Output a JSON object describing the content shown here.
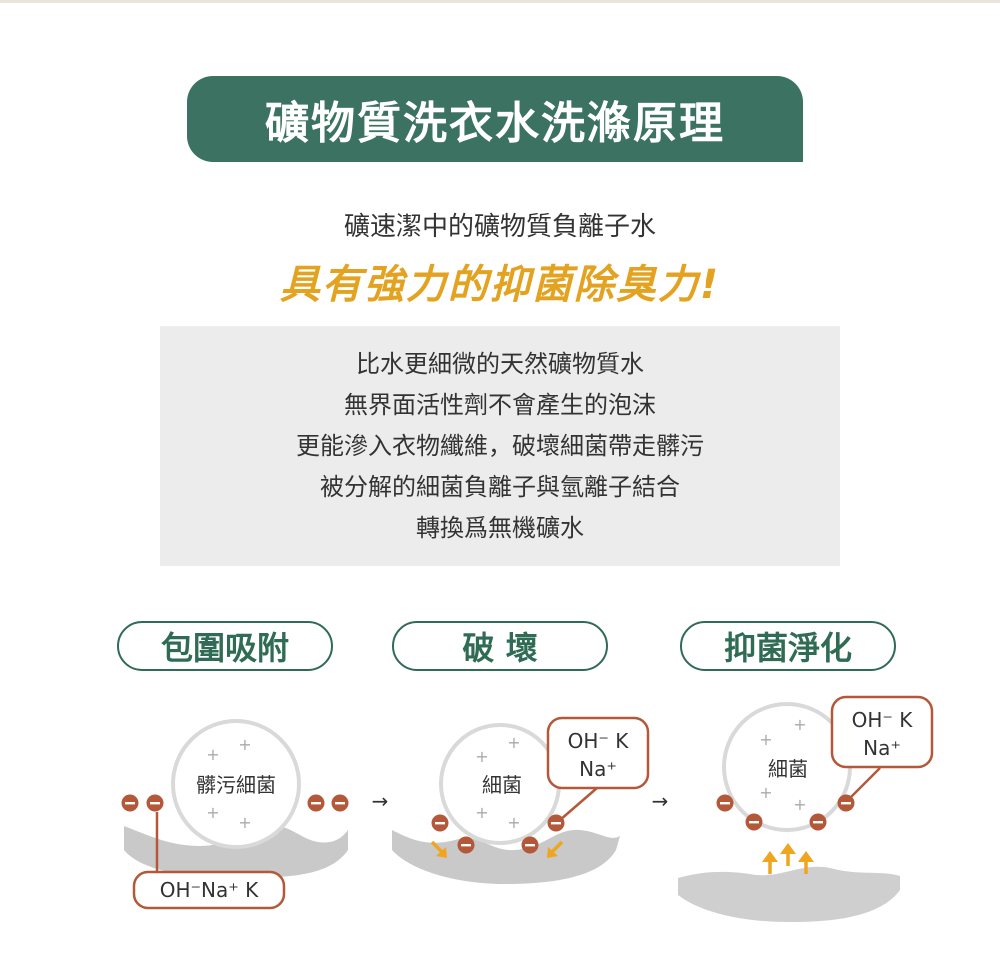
{
  "colors": {
    "brand_green": "#3b7261",
    "accent_gold": "#e3a321",
    "ion_brown": "#b4583a",
    "arrow_orange": "#f0a520",
    "surface_gray": "#c9c9c9"
  },
  "title": "礦物質洗衣水洗滌原理",
  "subtitle": "礦速潔中的礦物質負離子水",
  "headline": "具有強力的抑菌除臭力!",
  "description_lines": [
    "比水更細微的天然礦物質水",
    "無界面活性劑不會產生的泡沫",
    "更能滲入衣物纖維，破壞細菌帶走髒污",
    "被分解的細菌負離子與氫離子結合",
    "轉換爲無機礦水"
  ],
  "stages": [
    {
      "label": "包圍吸附",
      "bacteria_label": "髒污細菌",
      "ion_label": "OH⁻Na⁺ K"
    },
    {
      "label": "破  壞",
      "bacteria_label": "細菌",
      "ion_label_line1": "OH⁻ K",
      "ion_label_line2": "Na⁺"
    },
    {
      "label": "抑菌淨化",
      "bacteria_label": "細菌",
      "ion_label_line1": "OH⁻ K",
      "ion_label_line2": "Na⁺"
    }
  ],
  "symbols": {
    "plus": "+",
    "minus": "−",
    "step_arrow": "→",
    "up_arrow": "↑"
  },
  "icons": [
    "negative-ion-icon",
    "positive-charge-icon",
    "step-arrow-icon",
    "up-arrow-icon"
  ]
}
